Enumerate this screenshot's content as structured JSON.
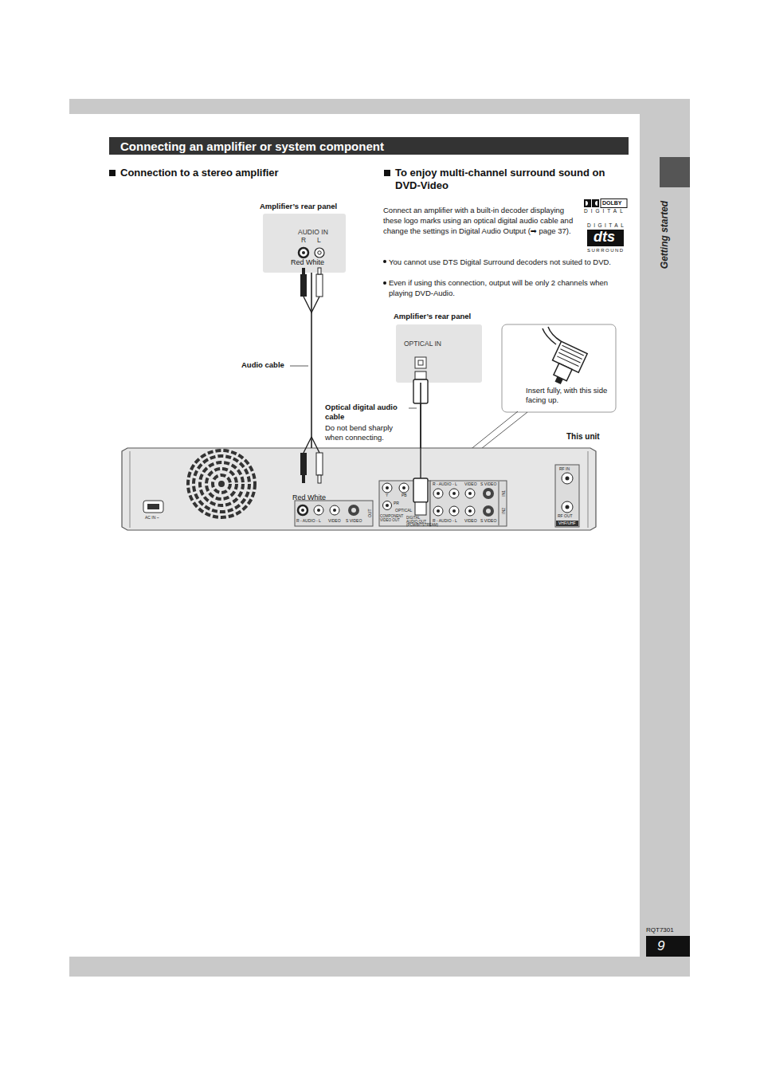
{
  "diagram": {
    "title": "Connecting an amplifier or system component",
    "nodes": [
      {
        "text": [
          "Amplifier’s rear panel",
          "AUDIO IN",
          "R",
          "L",
          "Red White"
        ]
      },
      {
        "text": [
          "Amplifier’s rear panel",
          "OPTICAL IN"
        ]
      },
      {
        "text": [
          "Insert fully, with this side facing up."
        ]
      },
      {
        "text": [
          "This unit",
          "Red White"
        ]
      },
      {
        "text": [
          "9"
        ]
      }
    ],
    "edges": [
      {
        "from": 0,
        "to": 3,
        "arrow": "none"
      },
      {
        "from": 1,
        "to": 3,
        "arrow": "none"
      }
    ],
    "labels": [
      "Getting started",
      "Connection to a stereo amplifier",
      "To enjoy multi-channel surround sound on DVD-Video",
      "DOLBY",
      "DIGITAL",
      "DIGITAL",
      "dts",
      "SURROUND",
      "Connect an amplifier with a built-in decoder displaying these logo marks using an optical digital audio cable and change the settings in Digital Audio Output (➡ page 37).",
      "You cannot use DTS Digital Surround decoders not suited to DVD.",
      "Even if using this connection, output will be only 2 channels when playing DVD-Audio.",
      "Audio cable",
      "Optical digital audio cable",
      "Do not bend sharply when connecting.",
      "AC IN ~",
      "R - AUDIO - L",
      "VIDEO",
      "S VIDEO",
      "OUT",
      "Y",
      "PB",
      "PR",
      "OPTICAL",
      "COMPONENT VIDEO OUT",
      "DIGITAL AUDIO OUT (PCM/BITSTREAM)",
      "R - AUDIO - L",
      "VIDEO",
      "S VIDEO",
      "IN1",
      "R - AUDIO - L",
      "VIDEO",
      "S VIDEO",
      "IN2",
      "RF IN",
      "RF OUT",
      "VHF/UHF",
      "RQT7301"
    ]
  }
}
